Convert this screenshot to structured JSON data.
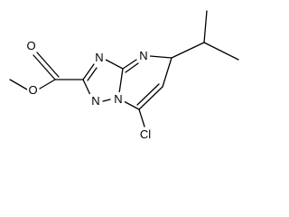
{
  "atoms": {
    "o_ester": "O",
    "o_carbonyl": "O",
    "n_triazole_top": "N",
    "n_pyrimidine": "N",
    "n_bridge": "N",
    "n_triazole_bottom": "N",
    "cl": "Cl"
  },
  "colors": {
    "bond": "#000000",
    "label": "#000000",
    "background": "#ffffff"
  }
}
